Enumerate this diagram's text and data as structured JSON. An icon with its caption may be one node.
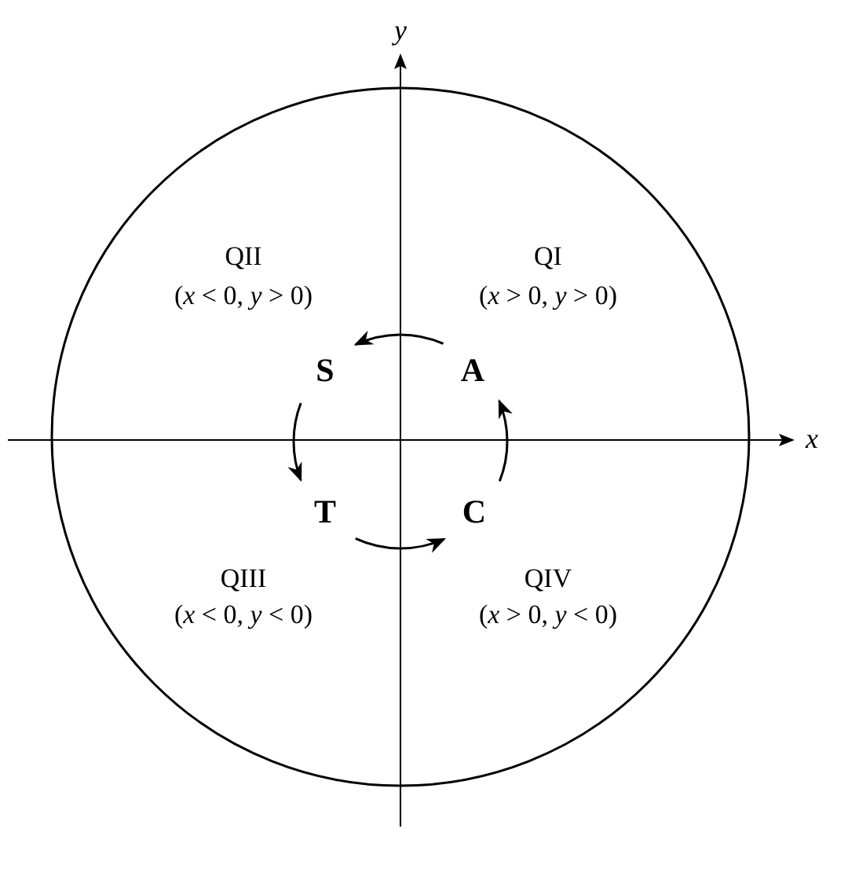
{
  "diagram": {
    "nodes": [
      {
        "text": [
          "S"
        ]
      },
      {
        "text": [
          "A"
        ]
      },
      {
        "text": [
          "T"
        ]
      },
      {
        "text": [
          "C"
        ]
      }
    ],
    "edges": [
      {
        "from": 1,
        "to": 0,
        "arrow": "to"
      },
      {
        "from": 0,
        "to": 2,
        "arrow": "to"
      },
      {
        "from": 2,
        "to": 3,
        "arrow": "to"
      },
      {
        "from": 3,
        "to": 1,
        "arrow": "to"
      }
    ],
    "labels": [
      "y",
      "QII",
      "(*x* < 0, *y* > 0)",
      "QI",
      "(*x* > 0, *y* > 0)",
      "x",
      "QIII",
      "(*x* < 0, *y* < 0)",
      "QIV",
      "(*x* > 0, *y* < 0)"
    ]
  }
}
